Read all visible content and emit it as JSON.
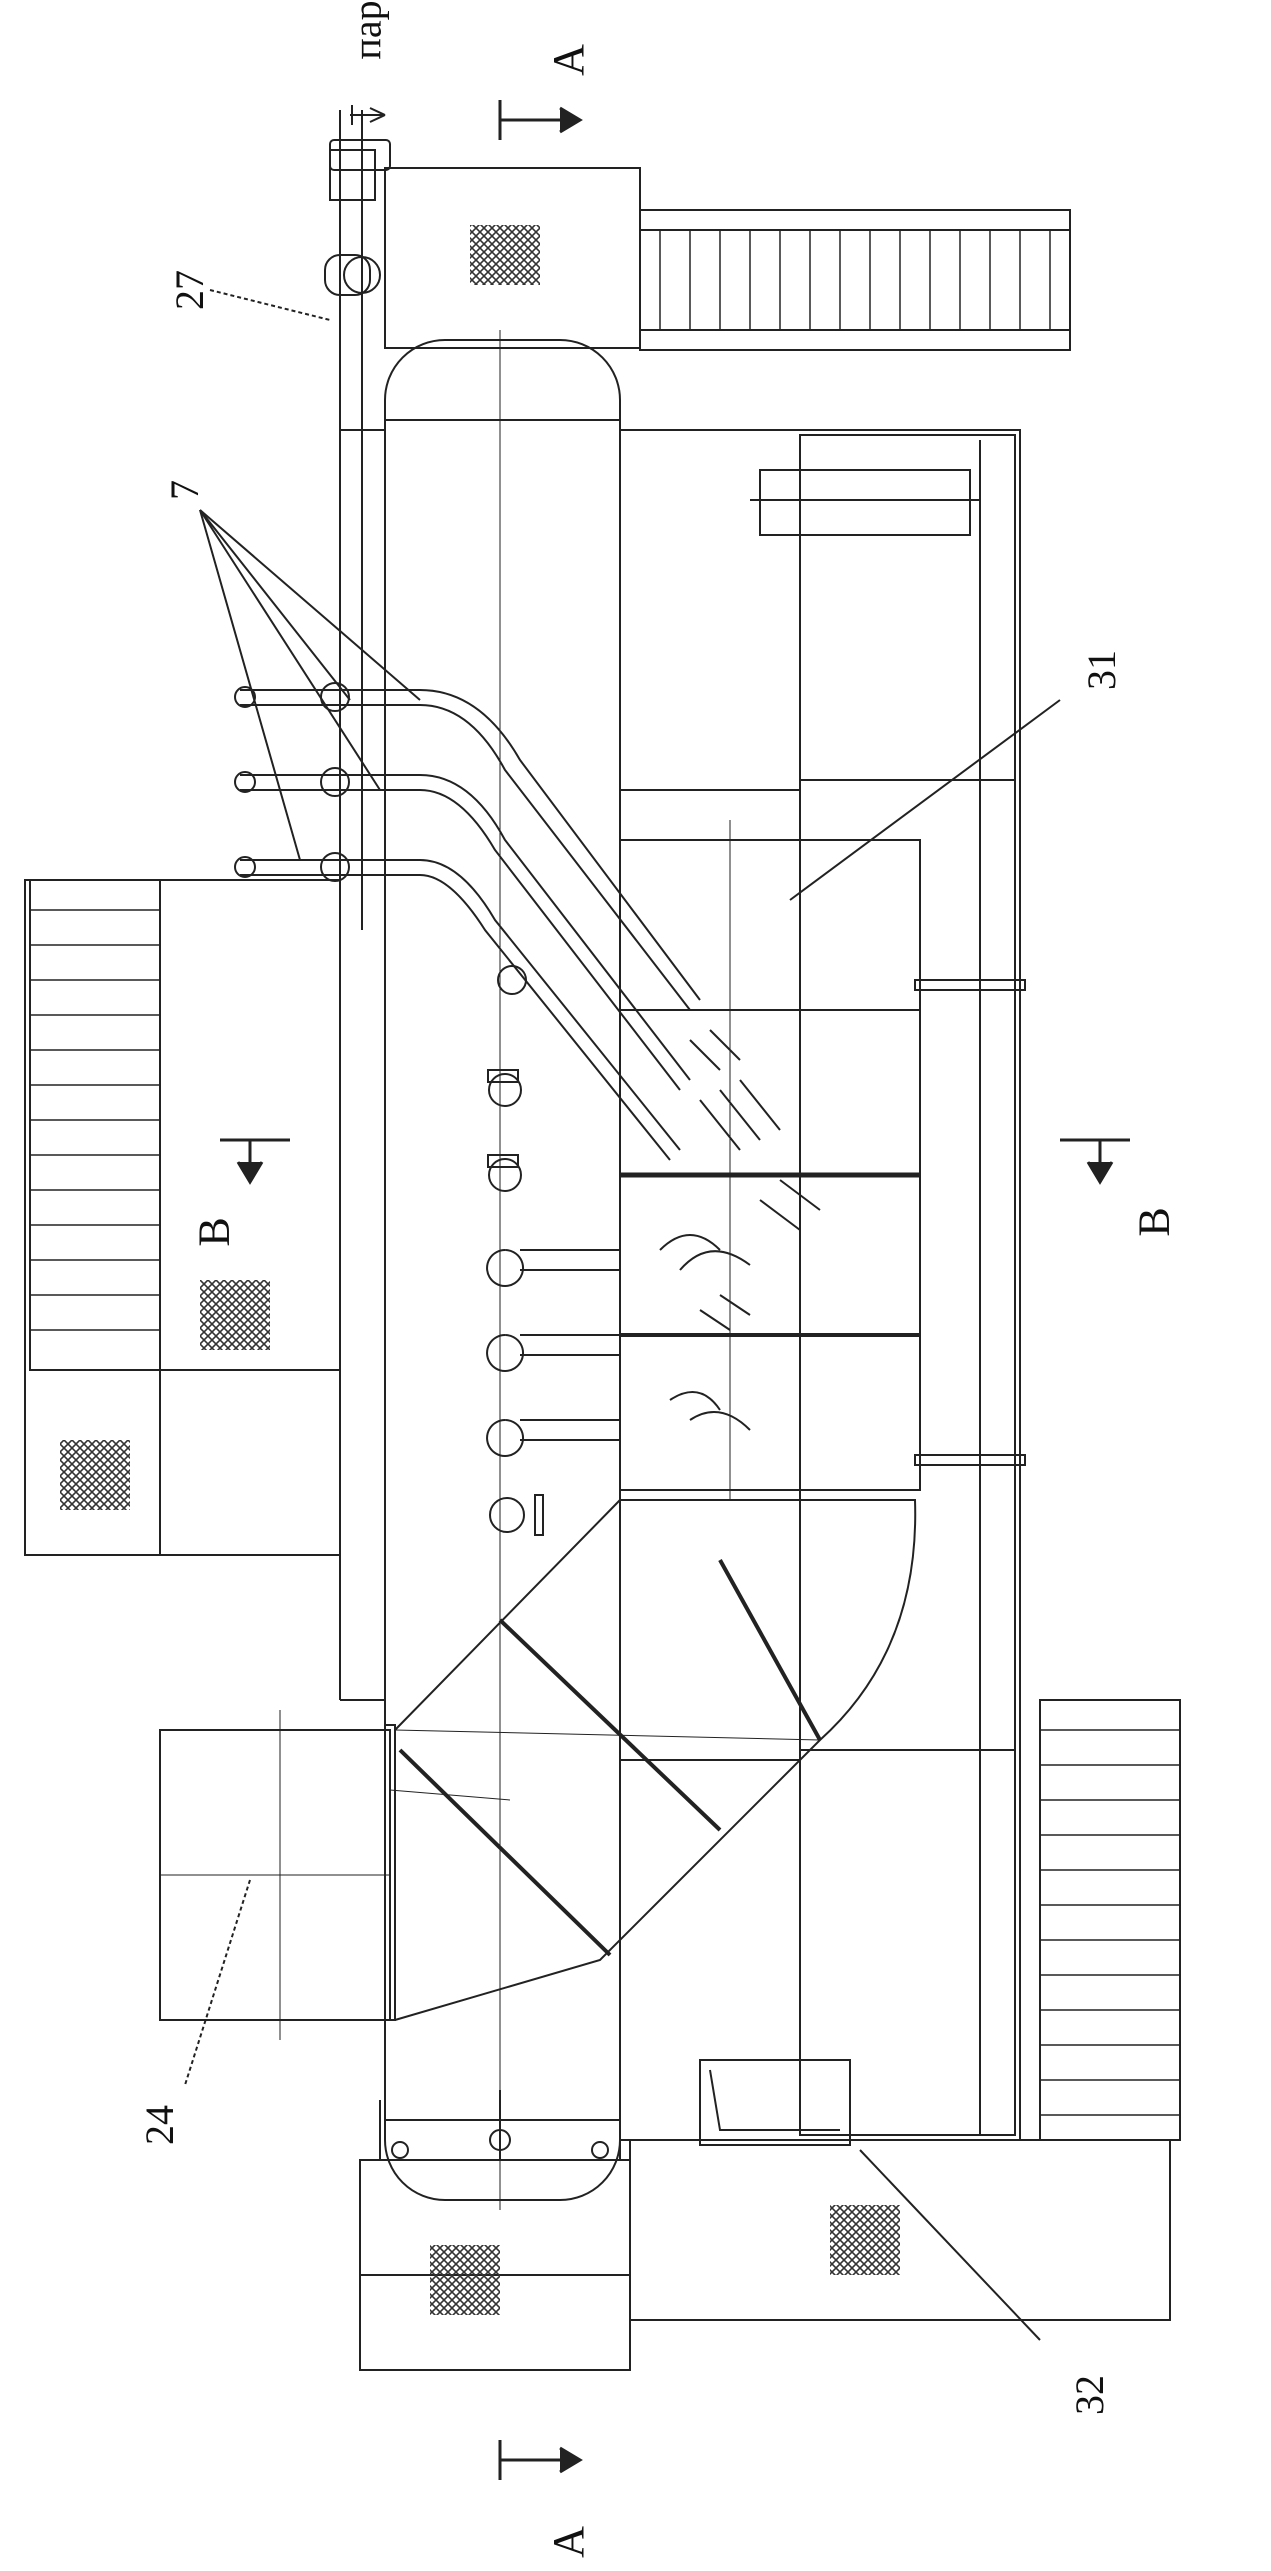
{
  "labels": {
    "steam_out": "пар",
    "section_a_top": "А",
    "section_a_bottom": "А",
    "section_b_left": "В",
    "section_b_right": "В",
    "ref_7": "7",
    "ref_24": "24",
    "ref_27": "27",
    "ref_31": "31",
    "ref_32": "32"
  },
  "colors": {
    "line": "#222222",
    "hatch": "#333333",
    "background": "#ffffff"
  }
}
